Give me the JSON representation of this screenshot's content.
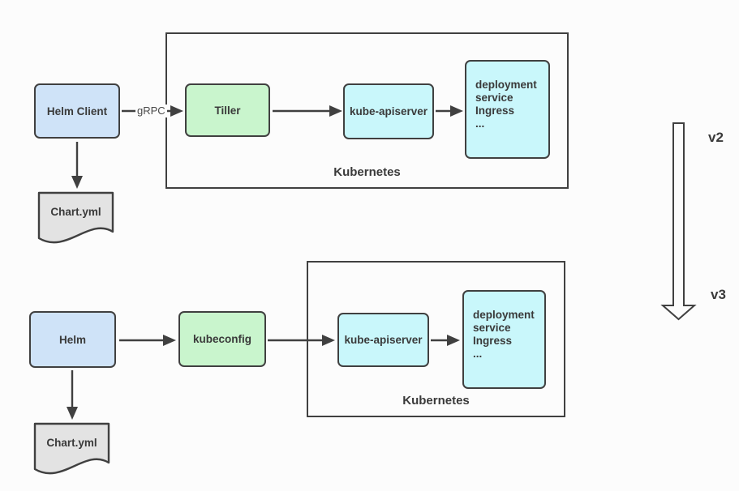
{
  "colors": {
    "bg": "#fcfcfc",
    "stroke": "#404040",
    "text": "#3a3a3a",
    "node-blue": "#cfe3f8",
    "node-green": "#c9f5cd",
    "node-cyan": "#c9f7fb",
    "doc-gray": "#e3e3e3"
  },
  "v2": {
    "version_label": "v2",
    "helm_client_label": "Helm Client",
    "grpc_label": "gRPC",
    "tiller_label": "Tiller",
    "kube_apiserver_label": "kube-apiserver",
    "resources_lines": [
      "deployment",
      "service",
      "Ingress",
      "..."
    ],
    "kubernetes_label": "Kubernetes",
    "chart_file_label": "Chart.yml"
  },
  "v3": {
    "version_label": "v3",
    "helm_label": "Helm",
    "kubeconfig_label": "kubeconfig",
    "kube_apiserver_label": "kube-apiserver",
    "resources_lines": [
      "deployment",
      "service",
      "Ingress",
      "..."
    ],
    "kubernetes_label": "Kubernetes",
    "chart_file_label": "Chart.yml"
  }
}
